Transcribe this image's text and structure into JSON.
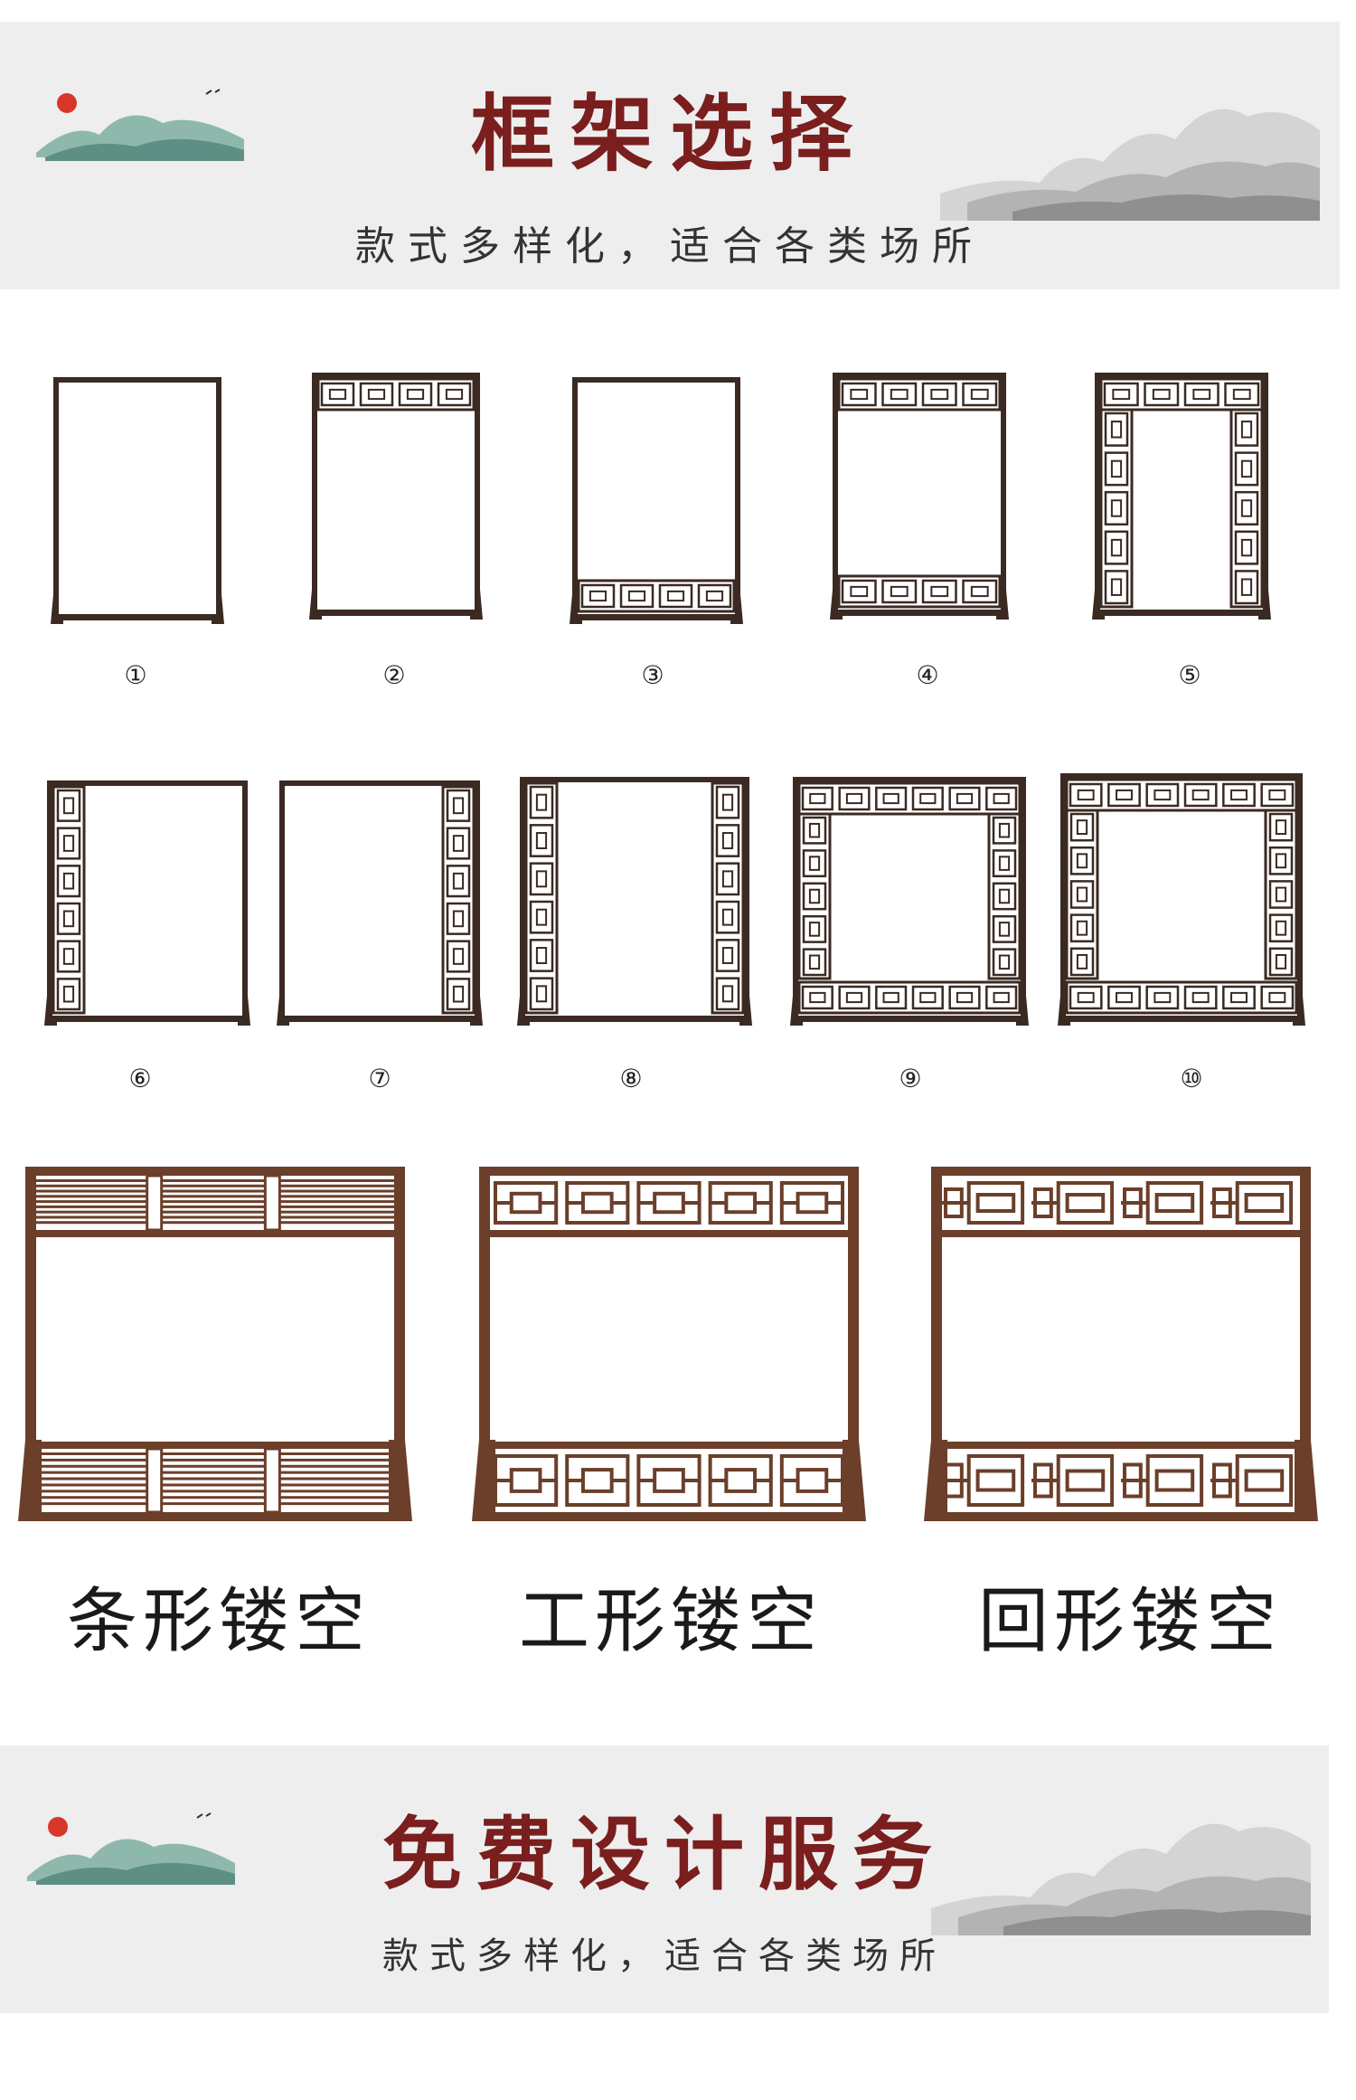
{
  "top_banner": {
    "title": "框架选择",
    "subtitle": "款式多样化，适合各类场所"
  },
  "row1": {
    "numbers": [
      "①",
      "②",
      "③",
      "④",
      "⑤"
    ]
  },
  "row2": {
    "numbers": [
      "⑥",
      "⑦",
      "⑧",
      "⑨",
      "⑩"
    ]
  },
  "styles": {
    "labels": [
      "条形镂空",
      "工形镂空",
      "回形镂空"
    ]
  },
  "bottom_banner": {
    "title": "免费设计服务",
    "subtitle": "款式多样化，适合各类场所"
  },
  "colors": {
    "frame_dark": "#3a2a22",
    "frame_wood": "#6b3f2a",
    "title_red": "#7a1e1e",
    "banner_bg": "#eeeeee"
  }
}
